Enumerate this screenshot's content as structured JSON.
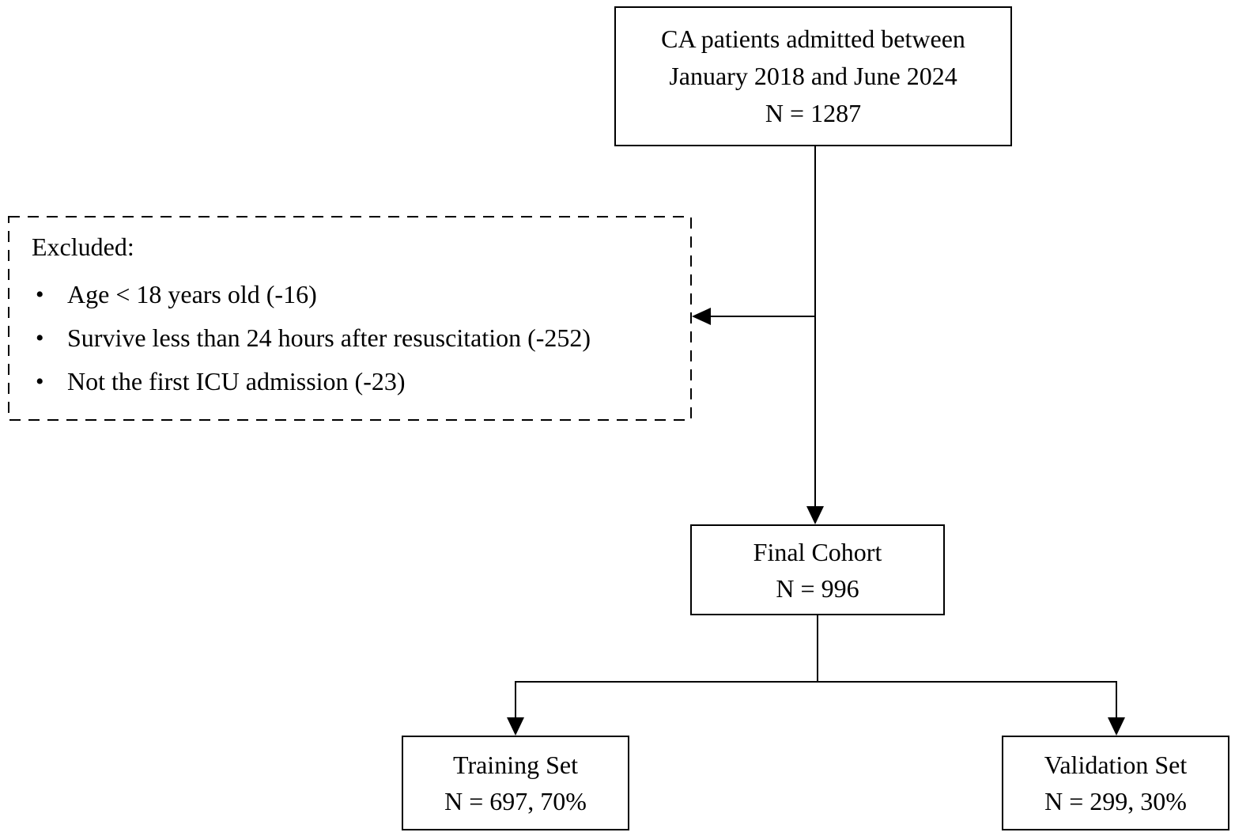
{
  "colors": {
    "background": "#ffffff",
    "line": "#000000",
    "text": "#000000"
  },
  "flowchart": {
    "top_box": {
      "lines": [
        "CA patients admitted between",
        "January 2018 and June 2024",
        "N = 1287"
      ]
    },
    "excluded_box": {
      "heading": "Excluded:",
      "bullet": "•",
      "items": [
        "Age < 18 years old (-16)",
        "Survive less than 24 hours after resuscitation (-252)",
        "Not the first ICU admission (-23)"
      ]
    },
    "final_cohort_box": {
      "lines": [
        "Final Cohort",
        "N = 996"
      ]
    },
    "training_box": {
      "lines": [
        "Training Set",
        "N = 697, 70%"
      ]
    },
    "validation_box": {
      "lines": [
        "Validation Set",
        "N = 299, 30%"
      ]
    }
  }
}
